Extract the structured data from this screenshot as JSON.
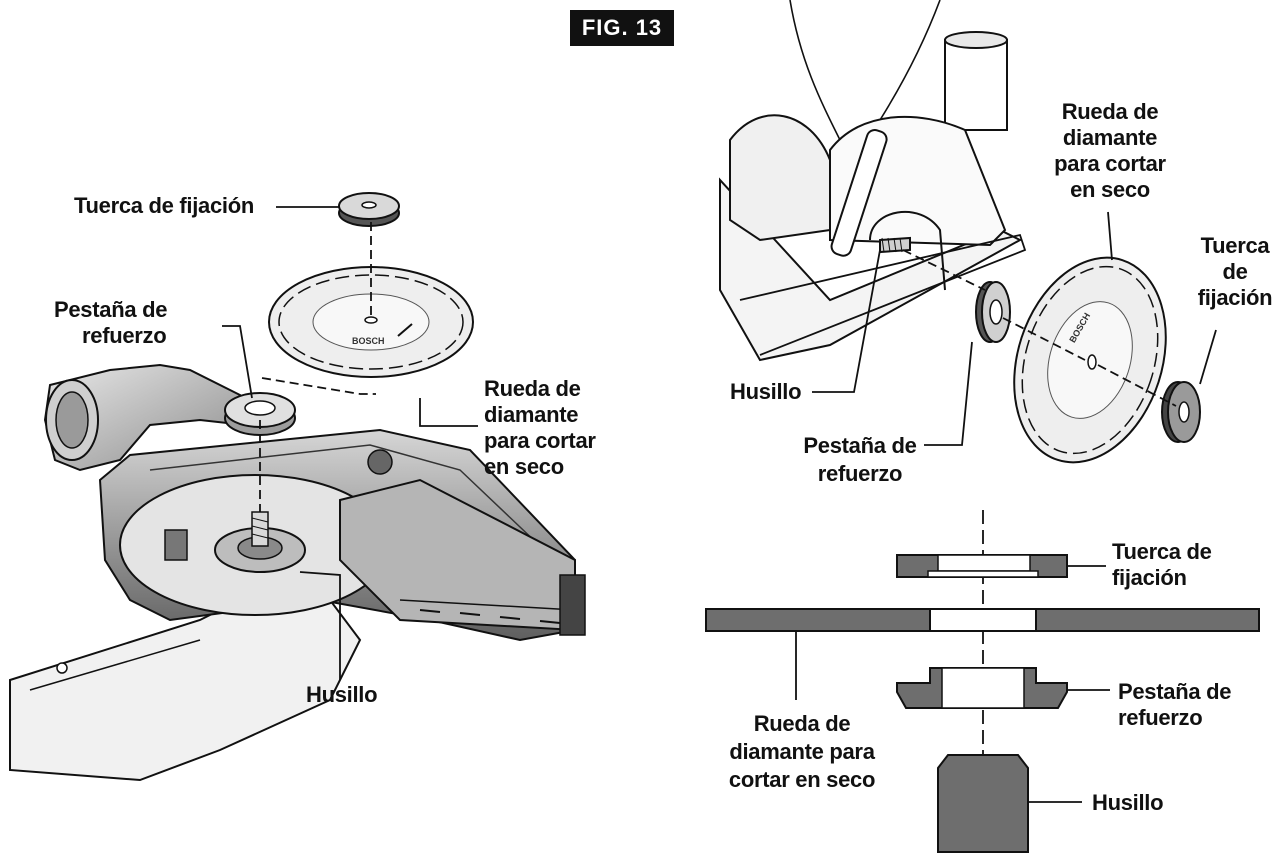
{
  "figure": {
    "badge": "FIG. 13"
  },
  "left_view": {
    "lock_nut": "Tuerca de fijación",
    "backing_flange": [
      "Pestaña de",
      "refuerzo"
    ],
    "diamond_wheel": [
      "Rueda de",
      "diamante",
      "para cortar",
      "en seco"
    ],
    "spindle": "Husillo",
    "wheel_brand": "BOSCH"
  },
  "right_view": {
    "diamond_wheel": [
      "Rueda de",
      "diamante",
      "para cortar",
      "en seco"
    ],
    "lock_nut": [
      "Tuerca",
      "de",
      "fijación"
    ],
    "spindle": "Husillo",
    "backing_flange": [
      "Pestaña de",
      "refuerzo"
    ],
    "wheel_brand": "BOSCH"
  },
  "section_view": {
    "lock_nut": [
      "Tuerca de",
      "fijación"
    ],
    "backing_flange": [
      "Pestaña de",
      "refuerzo"
    ],
    "diamond_wheel": [
      "Rueda de",
      "diamante para",
      "cortar en seco"
    ],
    "spindle": "Husillo"
  },
  "colors": {
    "ink": "#111111",
    "part_gray": "#6e6e6e",
    "light_gray": "#cfcfcf",
    "mid_gray": "#9a9a9a"
  }
}
